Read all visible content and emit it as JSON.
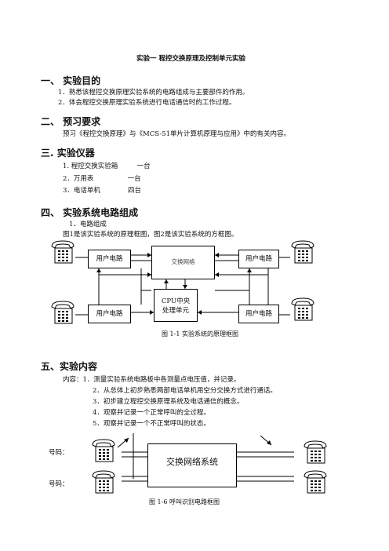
{
  "title": "实验一   程控交换原理及控制单元实验",
  "sections": [
    {
      "heading": "一、 实验目的",
      "lines": [
        "1．熟悉该程控交换原理实验系统的电路组成与主要部件的作用。",
        "2．体会程控交换原理实验系统进行电话通信时的工作过程。"
      ]
    },
    {
      "heading": "二、 预习要求",
      "lines": [
        "预习《程控交换原理》与《MCS-51单片计算机原理与应用》中的有关内容。"
      ]
    },
    {
      "heading": "三. 实验仪器",
      "lines": [
        "1. 程控交换实验箱         一台",
        "2．万用表                一台",
        "3．电话单机             四台"
      ]
    },
    {
      "heading": "四、 实验系统电路组成",
      "lines": [
        "1．电路组成",
        "图1是该实验系统的原理框图，图2是该实验系统的方框图。"
      ]
    },
    {
      "heading": "五、实验内容",
      "lines": [
        "内容：1．测量实验系统电路板中各测量点电压值，并记录。",
        "2．从总体上初步熟悉两部电话单机用空分交换方式进行通话。",
        "3．初步建立程控交换原理系统及电话通信的概念。",
        "4．观察并记录一个正常呼叫的全过程。",
        "5．观察并记录一个不正常呼叫的状态。"
      ]
    }
  ],
  "figure1": {
    "user_circuit": "用户电路",
    "switch_network": "交换网络",
    "cpu_line1": "CPU中央",
    "cpu_line2": "处理单元",
    "caption": "图 1-1  实验系统的原理框图"
  },
  "figure2": {
    "number_label": "号码：",
    "switch_system": "交换网络系统",
    "caption": "图 1-6 呼叫识别电路框图"
  }
}
